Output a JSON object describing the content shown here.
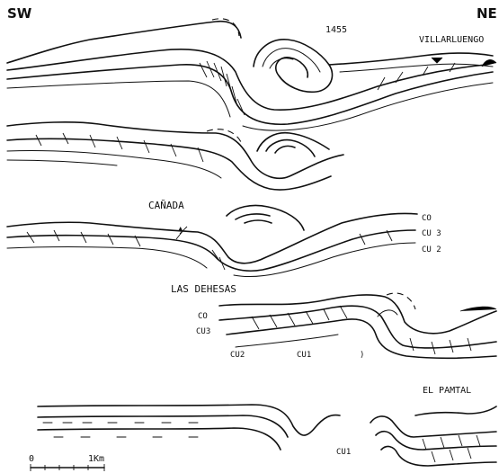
{
  "orientation": {
    "left": "SW",
    "right": "NE"
  },
  "section_number": "1455",
  "localities": [
    "VILLARLUENGO",
    "CAÑADA",
    "LAS DEHESAS",
    "EL PAMTAL"
  ],
  "units": {
    "co": "CO",
    "cu3": "CU3",
    "cu2": "CU2",
    "cu1": "CU1",
    "cu3_right": "CU 3",
    "cu2_right": "CU 2",
    "co_right": "CO",
    "close_paren": ")"
  },
  "scale": {
    "start": "0",
    "end": "1Km"
  }
}
